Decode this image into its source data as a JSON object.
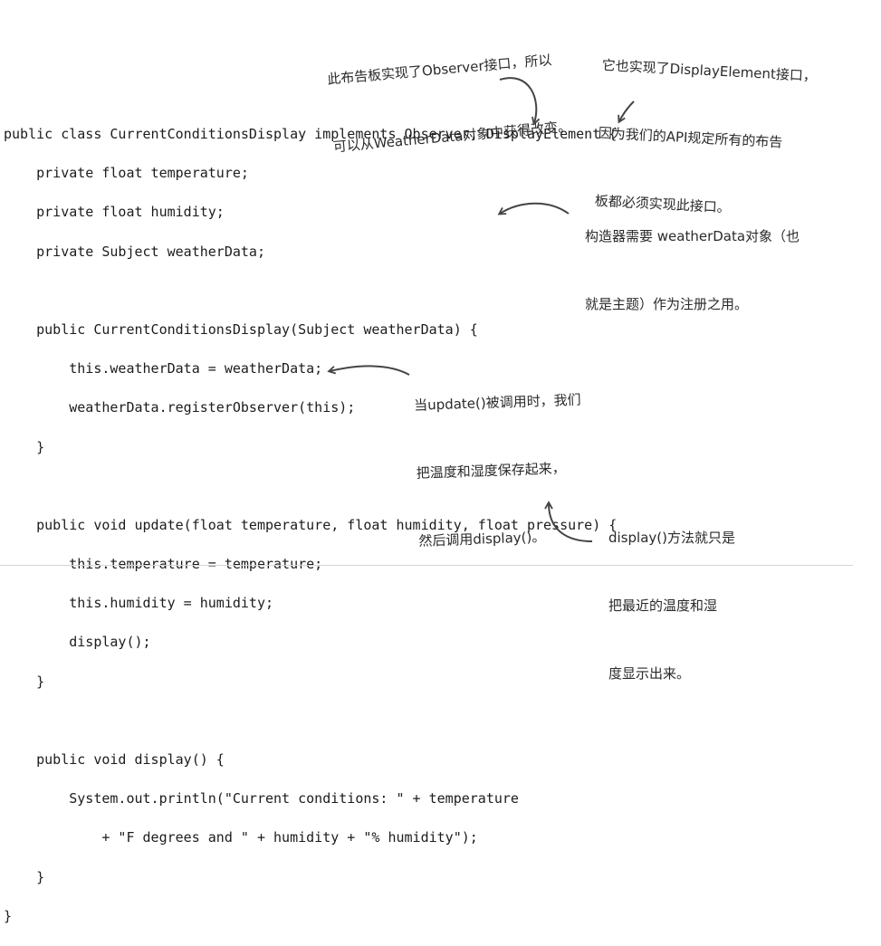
{
  "code_lines": [
    "public class CurrentConditionsDisplay implements Observer, DisplayElement {",
    "    private float temperature;",
    "    private float humidity;",
    "    private Subject weatherData;",
    "",
    "    public CurrentConditionsDisplay(Subject weatherData) {",
    "        this.weatherData = weatherData;",
    "        weatherData.registerObserver(this);",
    "    }",
    "",
    "    public void update(float temperature, float humidity, float pressure) {",
    "        this.temperature = temperature;",
    "        this.humidity = humidity;",
    "        display();",
    "    }",
    "",
    "    public void display() {",
    "        System.out.println(\"Current conditions: \" + temperature",
    "            + \"F degrees and \" + humidity + \"% humidity\");",
    "    }",
    "}"
  ],
  "annotations": {
    "observer": [
      "此布告板实现了Observer接口，所以",
      "可以从WeatherData对象中获得改变。"
    ],
    "display_element": [
      "它也实现了DisplayElement接口，",
      "因为我们的API规定所有的布告",
      "板都必须实现此接口。"
    ],
    "constructor": [
      "构造器需要 weatherData对象（也",
      "就是主题）作为注册之用。"
    ],
    "update": [
      "当update()被调用时，我们",
      "把温度和湿度保存起来，",
      "然后调用display()。"
    ],
    "display": [
      "display()方法就只是",
      "把最近的温度和湿",
      "度显示出来。"
    ]
  },
  "colors": {
    "text": "#1c1c1c",
    "arrow": "#444444"
  }
}
